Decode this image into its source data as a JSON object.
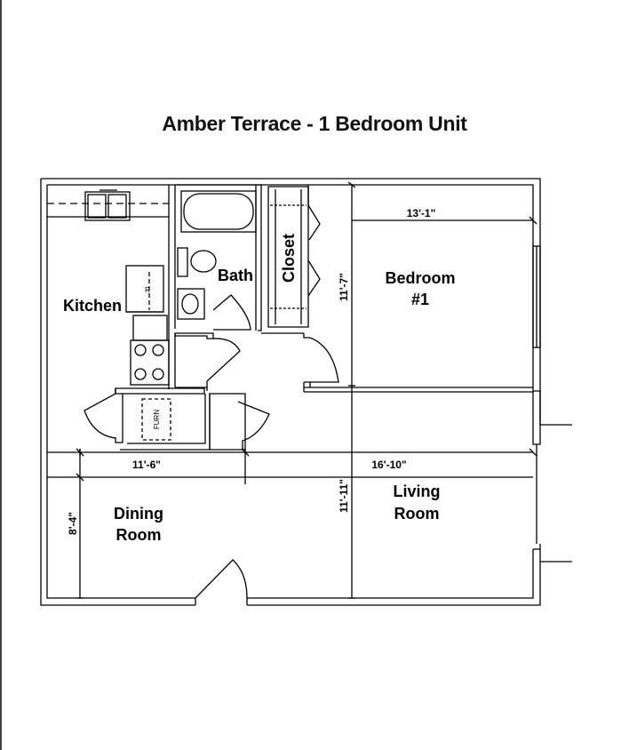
{
  "title": "Amber Terrace - 1 Bedroom Unit",
  "rooms": {
    "kitchen": "Kitchen",
    "bath": "Bath",
    "closet": "Closet",
    "bedroom_line1": "Bedroom",
    "bedroom_line2": "#1",
    "dining_line1": "Dining",
    "dining_line2": "Room",
    "living_line1": "Living",
    "living_line2": "Room"
  },
  "dimensions": {
    "bedroom_width": "13'-1\"",
    "bedroom_depth": "11'-7\"",
    "dining_width": "11'-6\"",
    "dining_depth": "8'-4\"",
    "living_width": "16'-10\"",
    "living_depth": "11'-11\""
  },
  "fixtures": {
    "refrigerator": "R",
    "furnace": "FURN"
  }
}
